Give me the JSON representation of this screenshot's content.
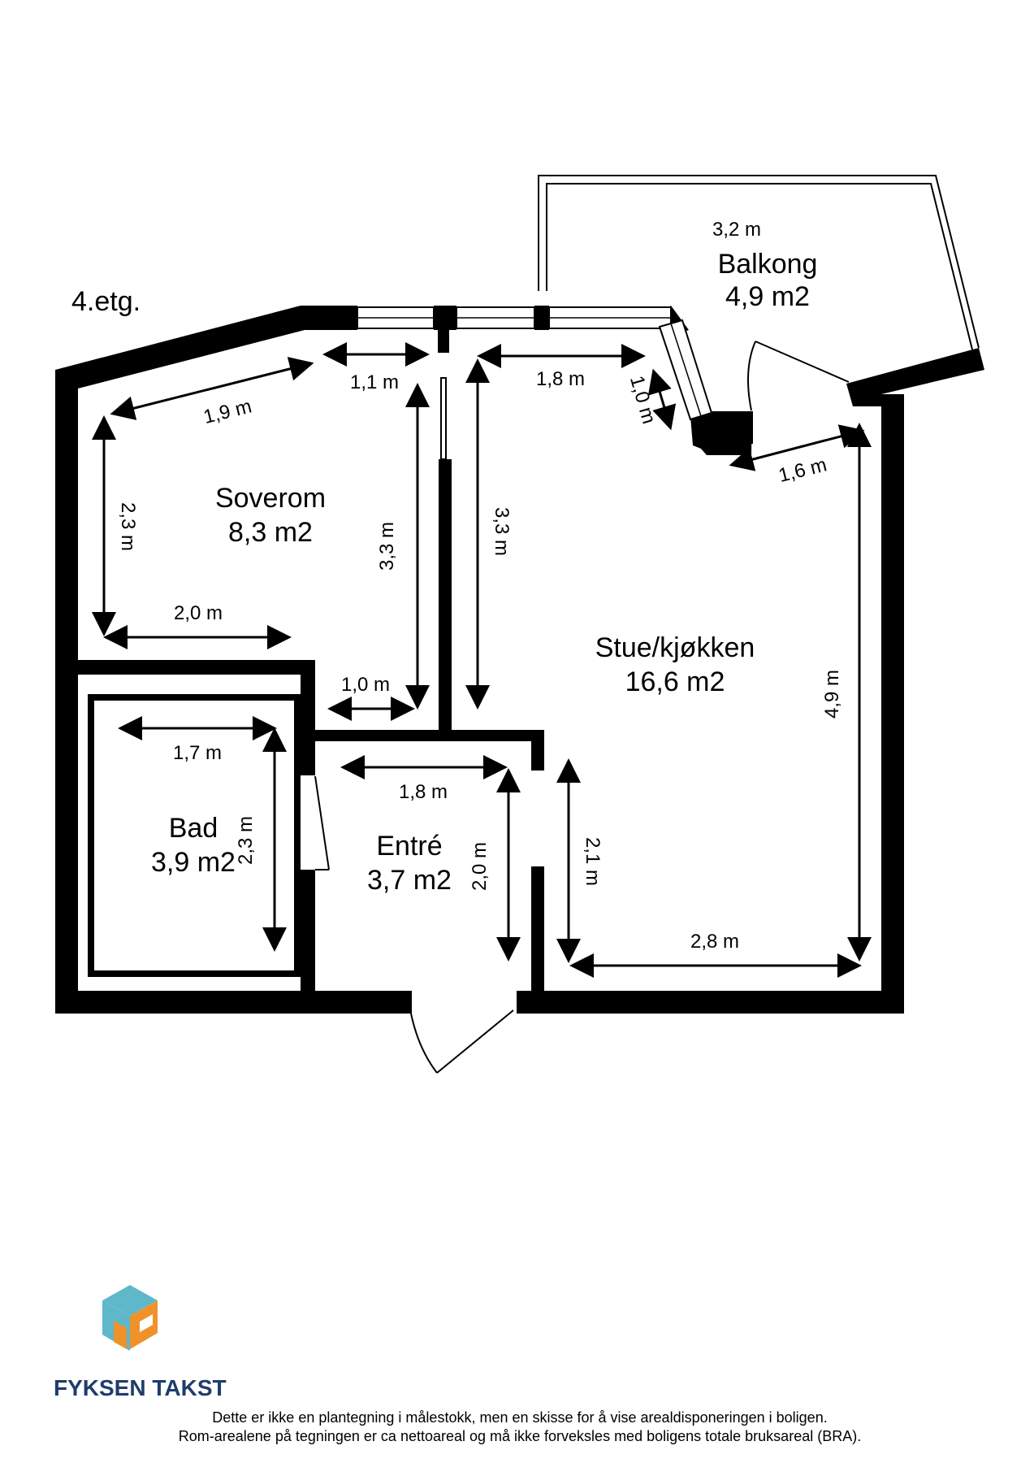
{
  "floor": "4.etg.",
  "rooms": [
    {
      "id": "soverom",
      "name": "Soverom",
      "area": "8,3 m2"
    },
    {
      "id": "stue",
      "name": "Stue/kjøkken",
      "area": "16,6 m2"
    },
    {
      "id": "balkong",
      "name": "Balkong",
      "area": "4,9 m2"
    },
    {
      "id": "bad",
      "name": "Bad",
      "area": "3,9 m2"
    },
    {
      "id": "entre",
      "name": "Entré",
      "area": "3,7 m2"
    }
  ],
  "dimensions": {
    "balkong_width": "3,2 m",
    "soverom_top_slant": "1,9 m",
    "soverom_window": "1,1 m",
    "stue_window": "1,8 m",
    "stue_window_angled": "1,0 m",
    "balkong_door": "1,6 m",
    "soverom_left": "2,3 m",
    "soverom_depth": "3,3 m",
    "stue_left": "3,3 m",
    "soverom_bottom": "2,0 m",
    "soverom_passage": "1,0 m",
    "stue_right": "4,9 m",
    "bad_width": "1,7 m",
    "bad_height": "2,3 m",
    "entre_width": "1,8 m",
    "entre_height": "2,0 m",
    "stue_opening": "2,1 m",
    "stue_bottom": "2,8 m"
  },
  "logo": {
    "name": "FYKSEN TAKST",
    "colors": {
      "blue": "#5fb8c9",
      "orange": "#f0922b",
      "navy": "#1f3d6b"
    }
  },
  "disclaimer": {
    "line1": "Dette er ikke en plantegning i målestokk, men en skisse for å vise arealdisponeringen i boligen.",
    "line2": "Rom-arealene på tegningen er ca nettoareal og må ikke forveksles med boligens totale bruksareal (BRA)."
  }
}
